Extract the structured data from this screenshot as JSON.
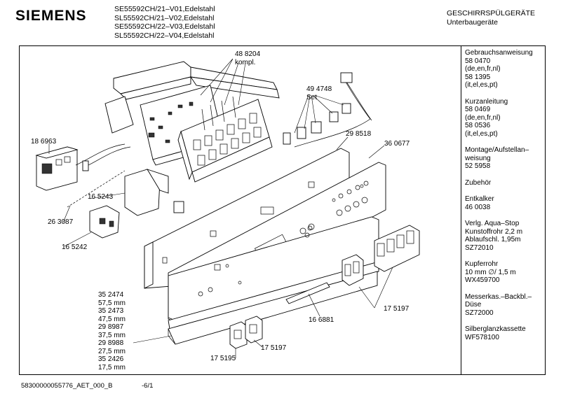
{
  "header": {
    "brand": "SIEMENS",
    "models": [
      "SE55592CH/21–V01,Edelstahl",
      "SL55592CH/21–V02,Edelstahl",
      "SE55592CH/22–V03,Edelstahl",
      "SL55592CH/22–V04,Edelstahl"
    ],
    "category": [
      "GESCHIRRSPÜLGERÄTE",
      "Unterbaugeräte"
    ]
  },
  "sidebar": [
    [
      "Gebrauchsanweisung",
      "58 0470",
      "(de,en,fr,nl)",
      "58 1395",
      "(it,el,es,pt)"
    ],
    [
      "Kurzanleitung",
      "58 0469",
      "(de,en,fr,nl)",
      "58 0536",
      "(it,el,es,pt)"
    ],
    [
      "Montage/Aufstellan–",
      "weisung",
      "52 5958"
    ],
    [
      "Zubehör"
    ],
    [
      "Entkalker",
      "46 0038"
    ],
    [
      "Verlg. Aqua–Stop",
      "Kunstoffrohr 2,2 m",
      "Ablaufschl. 1,95m",
      "SZ72010"
    ],
    [
      "Kupferrohr",
      "10 mm ∅/ 1,5 m",
      "WX459700"
    ],
    [
      "Messerkas.–Backbl.–",
      "Düse",
      "SZ72000"
    ],
    [
      "Silberglanzkassette",
      "WF578100"
    ]
  ],
  "parts": {
    "p48_8204": [
      "48 8204",
      "kompl."
    ],
    "p49_4748": [
      "49 4748",
      "Set"
    ],
    "p18_6963": "18 6963",
    "p29_8518": "29 8518",
    "p36_0677": "36 0677",
    "p16_5243": "16 5243",
    "p26_3087": "26 3087",
    "p16_5242": "16 5242",
    "p17_5197_right": "17 5197",
    "p16_6881": "16 6881",
    "p17_5197_bottom": "17 5197",
    "p17_5195": "17 5195",
    "trims": [
      "35 2474",
      "57,5 mm",
      "35 2473",
      "47,5 mm",
      "29 8987",
      "37,5 mm",
      "29 8988",
      "27,5 mm",
      "35 2426",
      "17,5 mm"
    ]
  },
  "footer": {
    "doc_id": "58300000055776_AET_000_B",
    "page": "-6/1"
  }
}
